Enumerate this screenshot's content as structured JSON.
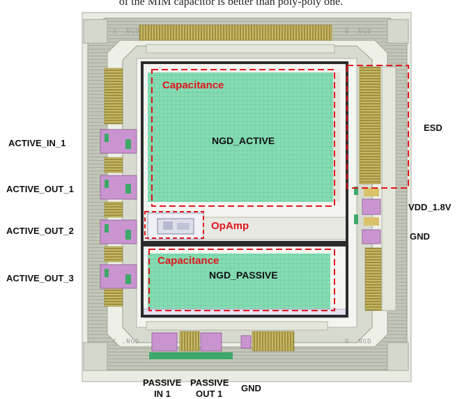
{
  "caption": "of the MIM capacitor is better than poly-poly one.",
  "corners": {
    "a": "A .NGD",
    "b": "B .NGD",
    "c": "C .NGD",
    "d": "D .NGD"
  },
  "regions": {
    "capacitance_top": "Capacitance",
    "capacitance_bottom": "Capacitance",
    "ngd_active": "NGD_ACTIVE",
    "ngd_passive": "NGD_PASSIVE",
    "opamp": "OpAmp",
    "esd": "ESD"
  },
  "pins_left": {
    "active_in_1": "ACTIVE_IN_1",
    "active_out_1": "ACTIVE_OUT_1",
    "active_out_2": "ACTIVE_OUT_2",
    "active_out_3": "ACTIVE_OUT_3"
  },
  "pins_right": {
    "vdd": "VDD_1.8V",
    "gnd": "GND"
  },
  "pins_bottom": {
    "passive_in_1_line1": "PASSIVE",
    "passive_in_1_line2": "IN 1",
    "passive_out_1_line1": "PASSIVE",
    "passive_out_1_line2": "OUT 1",
    "gnd": "GND"
  },
  "colors": {
    "accent_red": "#e0151b",
    "capacitor_green": "#7fd8b0",
    "pad_olive": "#b4ad66",
    "ring_gray": "#b8bcb0",
    "pad_purple": "#c994cf"
  }
}
